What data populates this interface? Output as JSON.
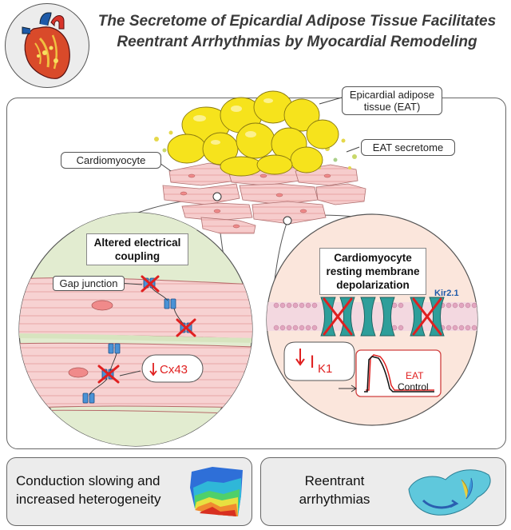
{
  "title": {
    "line1": "The Secretome of Epicardial Adipose Tissue Facilitates",
    "line2": "Reentrant Arrhythmias by Myocardial Remodeling"
  },
  "labels": {
    "eat_line1": "Epicardial adipose",
    "eat_line2": "tissue (EAT)",
    "secretome": "EAT secretome",
    "cardiomyocyte": "Cardiomyocyte",
    "coupling_line1": "Altered electrical",
    "coupling_line2": "coupling",
    "gap_junction": "Gap junction",
    "cx43": "Cx43",
    "rmp_line1": "Cardiomyocyte",
    "rmp_line2": "resting membrane",
    "rmp_line3": "depolarization",
    "kir": "Kir2.1",
    "ik1_main": "I",
    "ik1_sub": "K1",
    "eat_trace": "EAT",
    "control_trace": "Control"
  },
  "bottom": {
    "left_line1": "Conduction slowing and",
    "left_line2": "increased heterogeneity",
    "right_line1": "Reentrant",
    "right_line2": "arrhythmias"
  },
  "colors": {
    "fat": "#f5e11c",
    "muscle": "#f5c8c8",
    "red": "#e02020",
    "teal": "#2e9e9a",
    "blue": "#3c8ed0",
    "panel": "#ececec"
  }
}
